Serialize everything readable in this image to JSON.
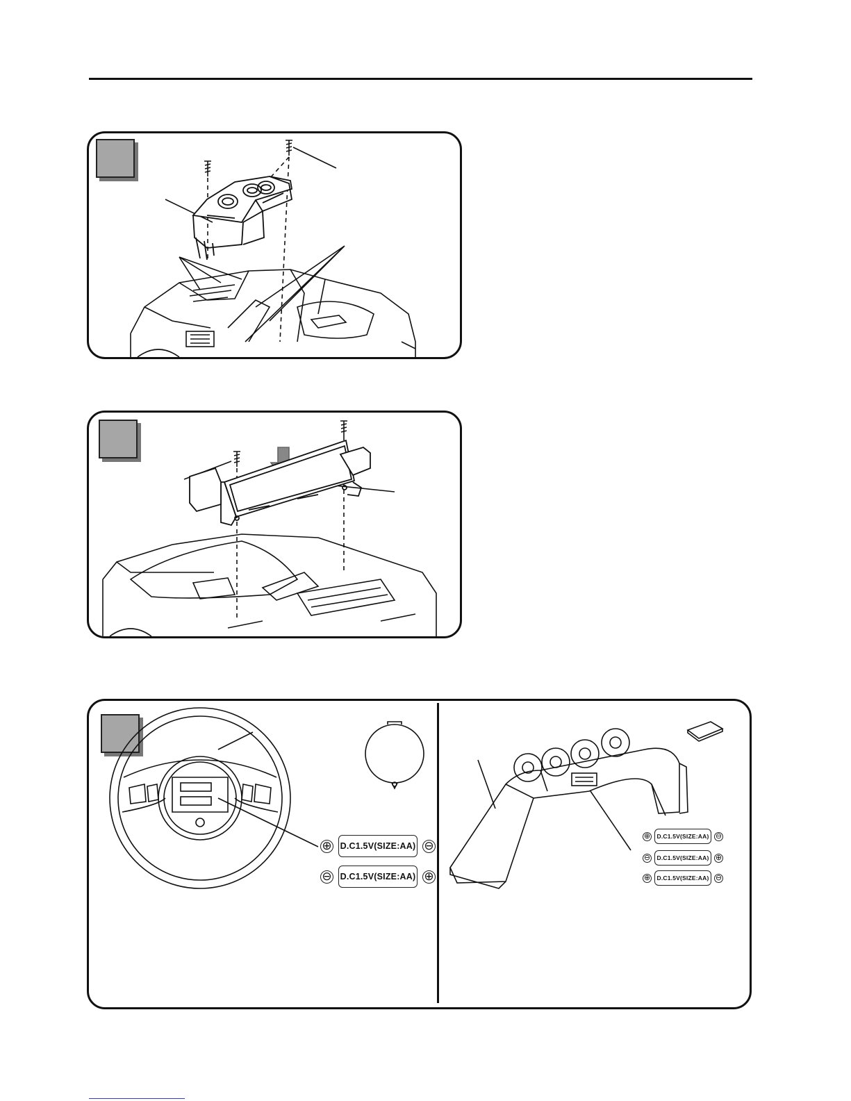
{
  "page": {
    "accent_gray": "#a6a6a6",
    "line_color": "#111111"
  },
  "steps": [
    {
      "id": "step-a",
      "step_box": "",
      "description": ""
    },
    {
      "id": "step-b",
      "step_box": "",
      "description": ""
    },
    {
      "id": "step-c",
      "step_box": "",
      "description": ""
    }
  ],
  "battery_labels": {
    "steering_wheel": [
      "D.C1.5V(SIZE:AA)",
      "D.C1.5V(SIZE:AA)"
    ],
    "light_bar": [
      "D.C1.5V(SIZE:AA)",
      "D.C1.5V(SIZE:AA)",
      "D.C1.5V(SIZE:AA)"
    ]
  },
  "polarity": {
    "plus": "⊕",
    "minus": "⊖",
    "steering_wheel": [
      [
        "plus",
        "minus"
      ],
      [
        "minus",
        "plus"
      ]
    ],
    "light_bar": [
      [
        "plus",
        "minus"
      ],
      [
        "minus",
        "plus"
      ],
      [
        "plus",
        "minus"
      ]
    ]
  },
  "icons": [
    "screw-icon",
    "dashboard-part",
    "windshield-part",
    "steering-wheel-part",
    "battery-cover-part",
    "roof-light-bar-part",
    "battery-door-part",
    "down-arrow-icon"
  ]
}
